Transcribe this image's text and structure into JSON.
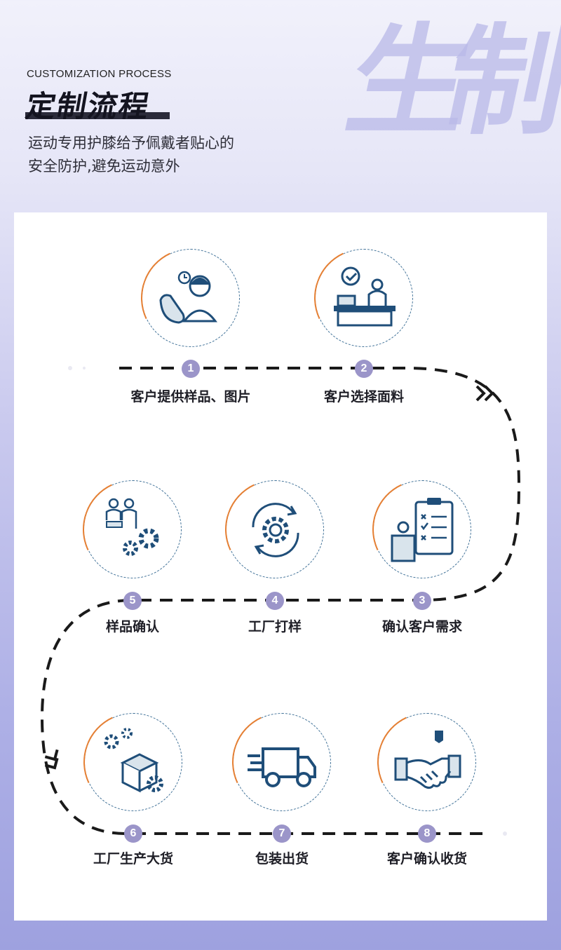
{
  "header": {
    "watermark_chars": [
      "生",
      "制"
    ],
    "subtitle_en": "CUSTOMIZATION PROCESS",
    "title": "定制流程",
    "description_line1": "运动专用护膝给予佩戴者贴心的",
    "description_line2": "安全防护,避免运动意外"
  },
  "steps": [
    {
      "number": "1",
      "label": "客户提供样品、图片",
      "icon": "phone-support-icon"
    },
    {
      "number": "2",
      "label": "客户选择面料",
      "icon": "desk-checkmark-icon"
    },
    {
      "number": "3",
      "label": "确认客户需求",
      "icon": "checklist-clipboard-icon"
    },
    {
      "number": "4",
      "label": "工厂打样",
      "icon": "gear-refresh-icon"
    },
    {
      "number": "5",
      "label": "样品确认",
      "icon": "people-gears-icon"
    },
    {
      "number": "6",
      "label": "工厂生产大货",
      "icon": "box-gears-icon"
    },
    {
      "number": "7",
      "label": "包装出货",
      "icon": "delivery-truck-icon"
    },
    {
      "number": "8",
      "label": "客户确认收货",
      "icon": "handshake-icon"
    }
  ],
  "colors": {
    "icon_primary": "#1f4e79",
    "circle_dash": "#3d6f96",
    "circle_accent": "#e68034",
    "badge": "#9b95c9",
    "path": "#1a1a1a"
  }
}
